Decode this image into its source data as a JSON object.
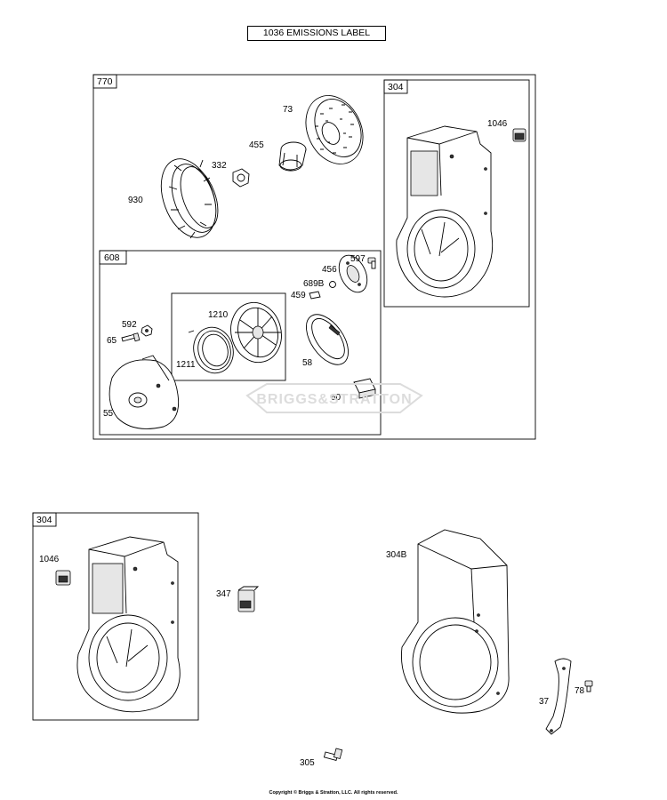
{
  "emissions_label": "1036 EMISSIONS LABEL",
  "groups": {
    "g770": "770",
    "g608": "608",
    "g304_top": "304",
    "g304_bottom": "304"
  },
  "callouts": {
    "p73": "73",
    "p455": "455",
    "p332": "332",
    "p930": "930",
    "p1046_top": "1046",
    "p597": "597",
    "p456": "456",
    "p689B": "689B",
    "p459": "459",
    "p1210": "1210",
    "p592": "592",
    "p65": "65",
    "p1211": "1211",
    "p58": "58",
    "p60": "60",
    "p55": "55",
    "p1046_bottom": "1046",
    "p347": "347",
    "p304B": "304B",
    "p37": "37",
    "p78": "78",
    "p305": "305"
  },
  "watermark": "BRIGGS&STRATTON",
  "copyright": "Copyright © Briggs & Stratton, LLC. All rights reserved."
}
